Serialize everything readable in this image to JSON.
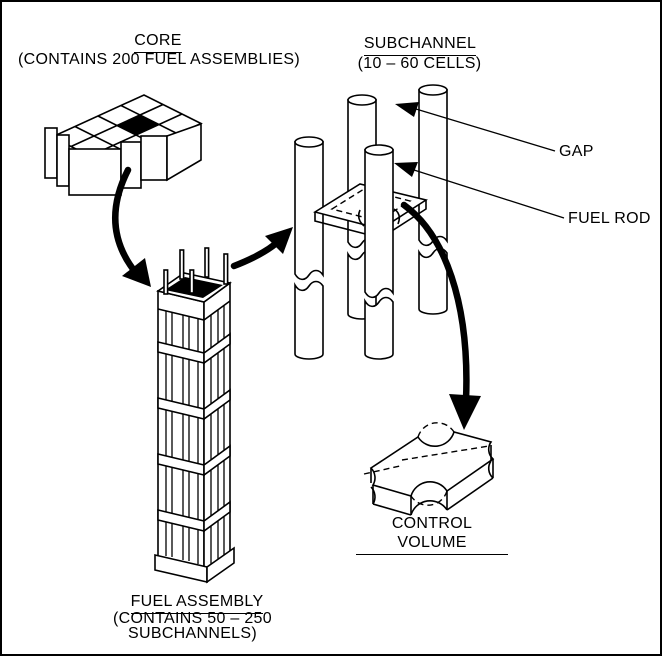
{
  "labels": {
    "core": {
      "title": "CORE",
      "subtitle": "(CONTAINS 200 FUEL ASSEMBLIES)"
    },
    "subchannel": {
      "title": "SUBCHANNEL",
      "subtitle": "(10 – 60 CELLS)"
    },
    "fuel_assembly": {
      "title": "FUEL ASSEMBLY",
      "subtitle_line1": "(CONTAINS 50 – 250",
      "subtitle_line2": "SUBCHANNELS)"
    },
    "control_volume": {
      "title": "CONTROL VOLUME"
    },
    "gap": "GAP",
    "fuel_rod": "FUEL ROD"
  },
  "colors": {
    "ink": "#000000",
    "paper": "#ffffff",
    "highlight_cell": "#000000"
  }
}
